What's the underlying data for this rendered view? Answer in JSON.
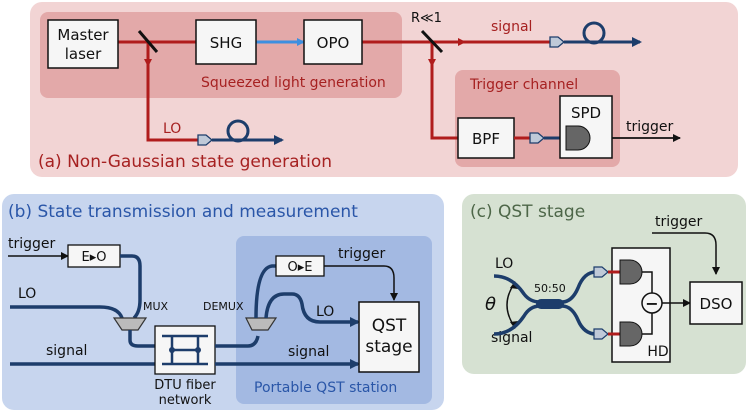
{
  "colors": {
    "panel_a_bg": "#f2d4d4",
    "panel_a_inner": "#e3a9a9",
    "panel_b_bg": "#c7d5ee",
    "panel_b_inner": "#a3b9e2",
    "panel_c_bg": "#d6e1d2",
    "red_beam": "#b01c1c",
    "blue_beam": "#3d8fe0",
    "fiber": "#1d3d6b",
    "title_red": "#a62121",
    "title_blue": "#2a56a8",
    "title_green": "#4d6648"
  },
  "panel_a": {
    "title": "(a) Non-Gaussian state generation",
    "master_laser_line1": "Master",
    "master_laser_line2": "laser",
    "shg": "SHG",
    "opo": "OPO",
    "squeezed_label": "Squeezed light generation",
    "ratio": "R≪1",
    "signal": "signal",
    "lo": "LO",
    "trigger_channel": "Trigger channel",
    "bpf": "BPF",
    "spd": "SPD",
    "trigger": "trigger"
  },
  "panel_b": {
    "title": "(b) State transmission and measurement",
    "trigger_in": "trigger",
    "eo": "E▸O",
    "oe": "O▸E",
    "lo_in": "LO",
    "signal_in": "signal",
    "mux": "MUX",
    "demux": "DEMUX",
    "dtu_line1": "DTU fiber",
    "dtu_line2": "network",
    "trigger_out": "trigger",
    "lo_out": "LO",
    "signal_out": "signal",
    "qst_line1": "QST",
    "qst_line2": "stage",
    "portable": "Portable QST station"
  },
  "panel_c": {
    "title": "(c) QST stage",
    "trigger": "trigger",
    "lo": "LO",
    "theta": "θ",
    "splitter": "50:50",
    "signal": "signal",
    "minus": "−",
    "dso": "DSO",
    "hd": "HD"
  }
}
